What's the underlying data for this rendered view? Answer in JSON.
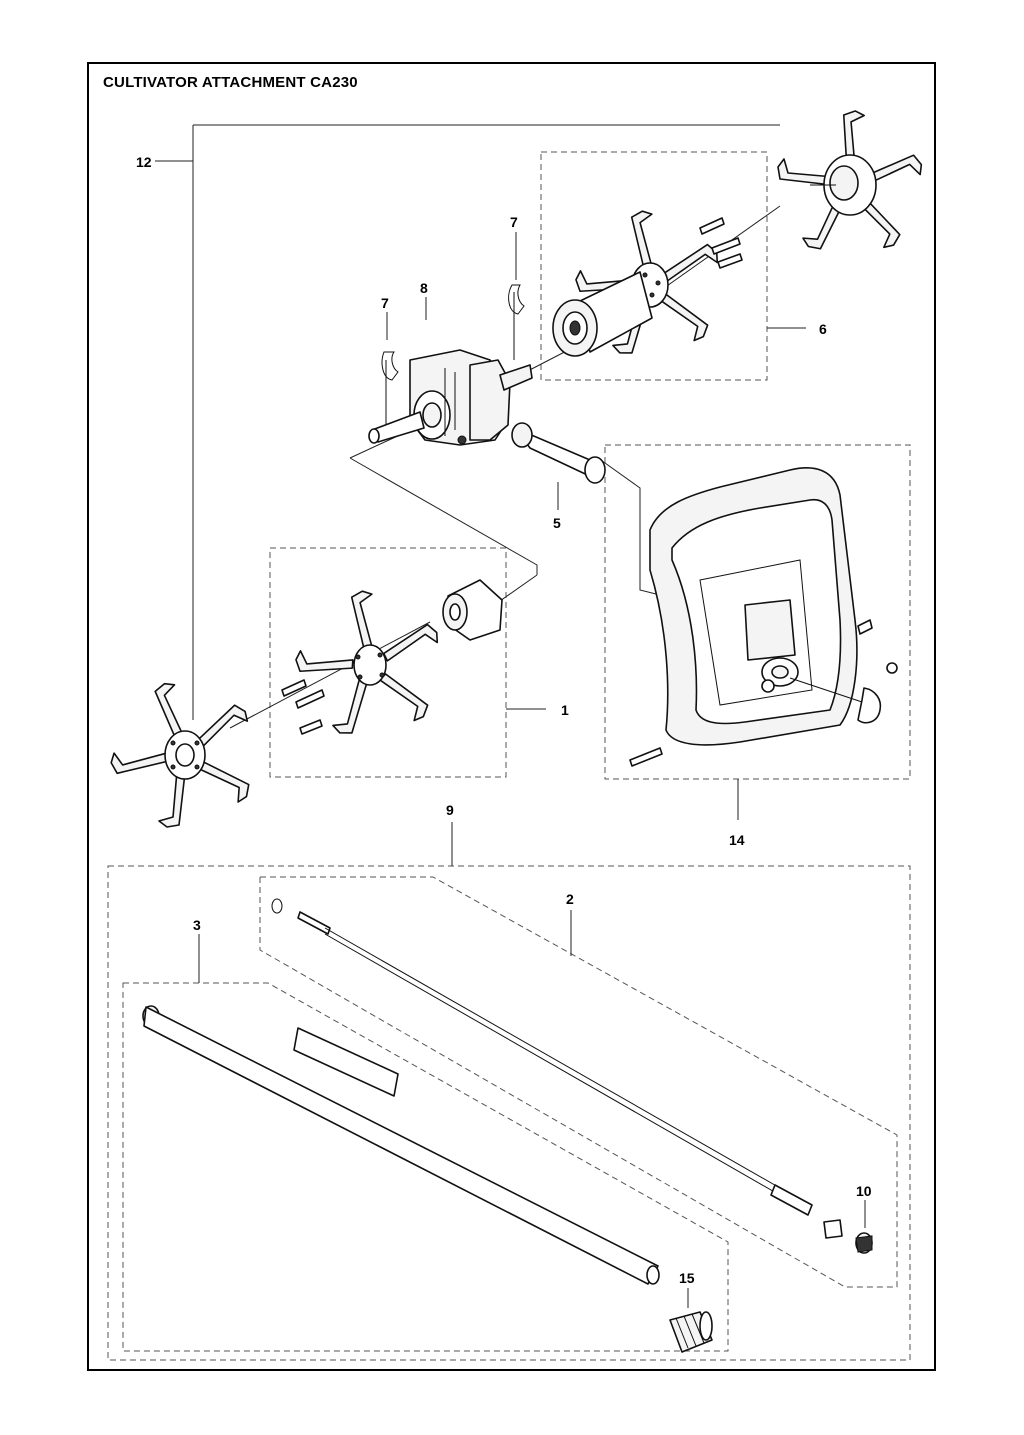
{
  "title": "CULTIVATOR ATTACHMENT CA230",
  "callouts": {
    "c1": "1",
    "c2": "2",
    "c3": "3",
    "c5": "5",
    "c6": "6",
    "c7a": "7",
    "c7b": "7",
    "c8": "8",
    "c9": "9",
    "c10": "10",
    "c12": "12",
    "c14": "14",
    "c15": "15"
  }
}
